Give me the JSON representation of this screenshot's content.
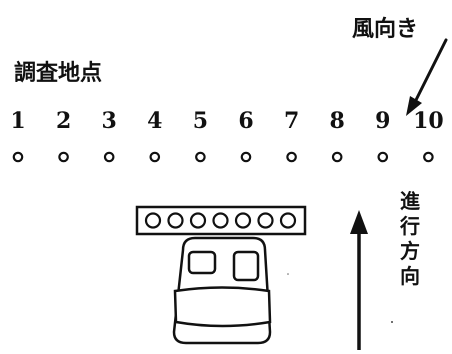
{
  "wind_direction_label": "風向き",
  "survey_points_title": "調査地点",
  "survey_points": [
    "1",
    "2",
    "3",
    "4",
    "5",
    "6",
    "7",
    "8",
    "9",
    "10"
  ],
  "travel_direction_label": [
    "進",
    "行",
    "方",
    "向"
  ],
  "vehicle_window_count": 7
}
